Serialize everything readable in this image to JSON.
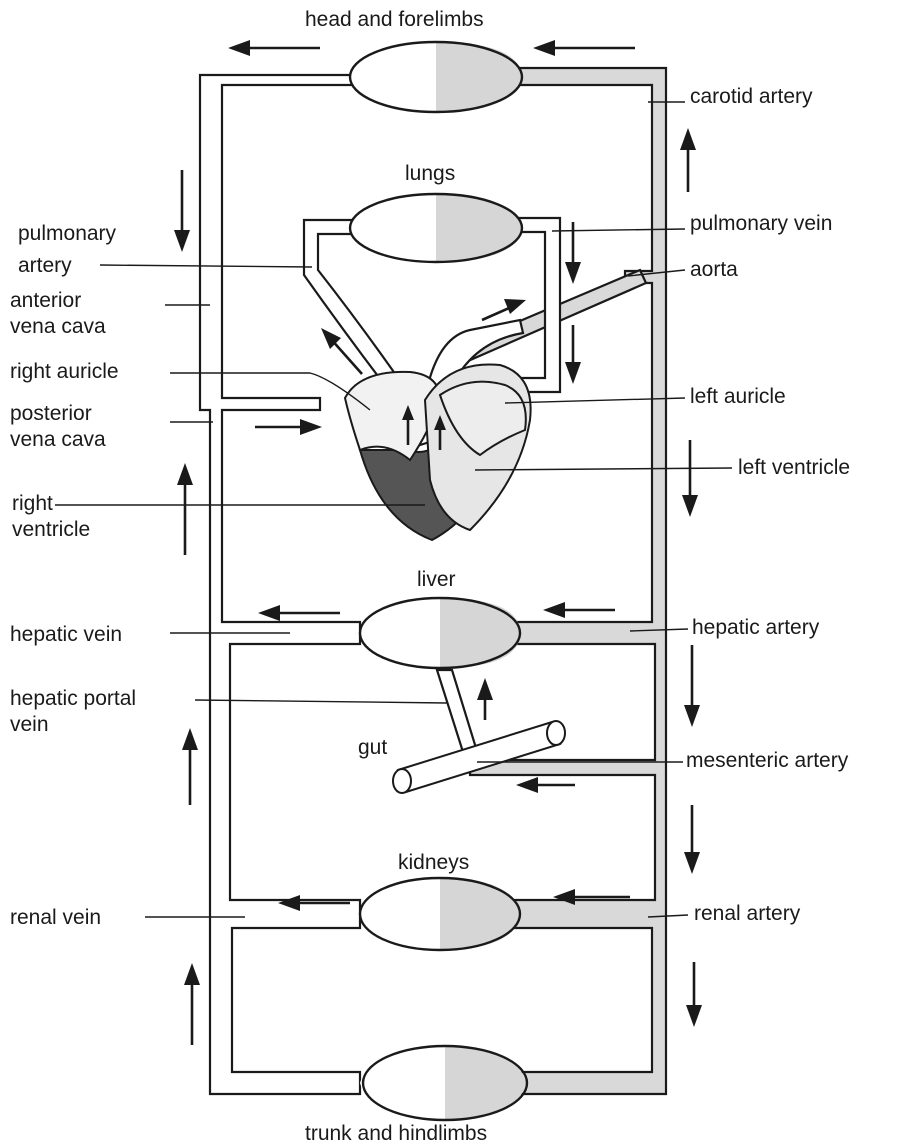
{
  "labels": {
    "head": "head and forelimbs",
    "carotid": "carotid artery",
    "lungs": "lungs",
    "pulmonary_artery_1": "pulmonary",
    "pulmonary_artery_2": "artery",
    "pulmonary_vein": "pulmonary vein",
    "aorta": "aorta",
    "anterior_vc_1": "anterior",
    "anterior_vc_2": "vena cava",
    "right_auricle": "right auricle",
    "left_auricle": "left auricle",
    "posterior_vc_1": "posterior",
    "posterior_vc_2": "vena cava",
    "left_ventricle": "left ventricle",
    "right_ventricle_1": "right",
    "right_ventricle_2": "ventricle",
    "liver": "liver",
    "hepatic_vein": "hepatic vein",
    "hepatic_artery": "hepatic artery",
    "hepatic_portal_1": "hepatic portal",
    "hepatic_portal_2": "vein",
    "gut": "gut",
    "mesenteric": "mesenteric artery",
    "kidneys": "kidneys",
    "renal_vein": "renal vein",
    "renal_artery": "renal artery",
    "trunk": "trunk and hindlimbs"
  },
  "colors": {
    "line": "#1a1a1a",
    "deoxygenated": "#ffffff",
    "oxygenated": "#d6d6d6",
    "ventricle_wall": "#555555"
  }
}
